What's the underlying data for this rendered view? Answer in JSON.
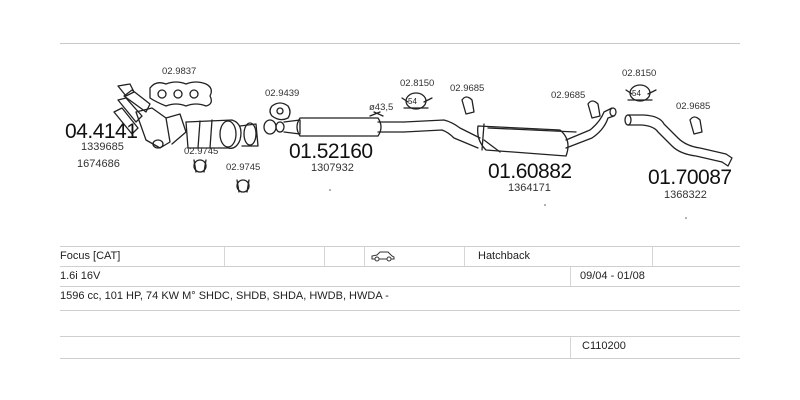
{
  "parts": {
    "main_part_1": "04.4141",
    "ref_1a": "1339685",
    "ref_1b": "1674686",
    "gasket_top": "02.9837",
    "clamp_1a": "02.9745",
    "clamp_1b": "02.9745",
    "gasket_2": "02.9439",
    "main_part_2": "01.52160",
    "ref_2": "1307932",
    "diameter": "ø43,5",
    "clamp_3a": "02.8150",
    "clamp_3b": "02.9685",
    "clamp_3c": "02.9685",
    "main_part_3": "01.60882",
    "ref_3": "1364171",
    "clamp_4a": "02.8150",
    "clamp_4b": "02.9685",
    "main_part_4": "01.70087",
    "ref_4": "1368322",
    "clamp_size": "54"
  },
  "vehicle": {
    "model": "Focus  [CAT]",
    "body_type": "Hatchback",
    "engine": "1.6i 16V",
    "years": "09/04 - 01/08",
    "specs": "1596 cc, 101 HP, 74 KW M° SHDC, SHDB, SHDA, HWDB, HWDA -",
    "code": "C110200"
  }
}
